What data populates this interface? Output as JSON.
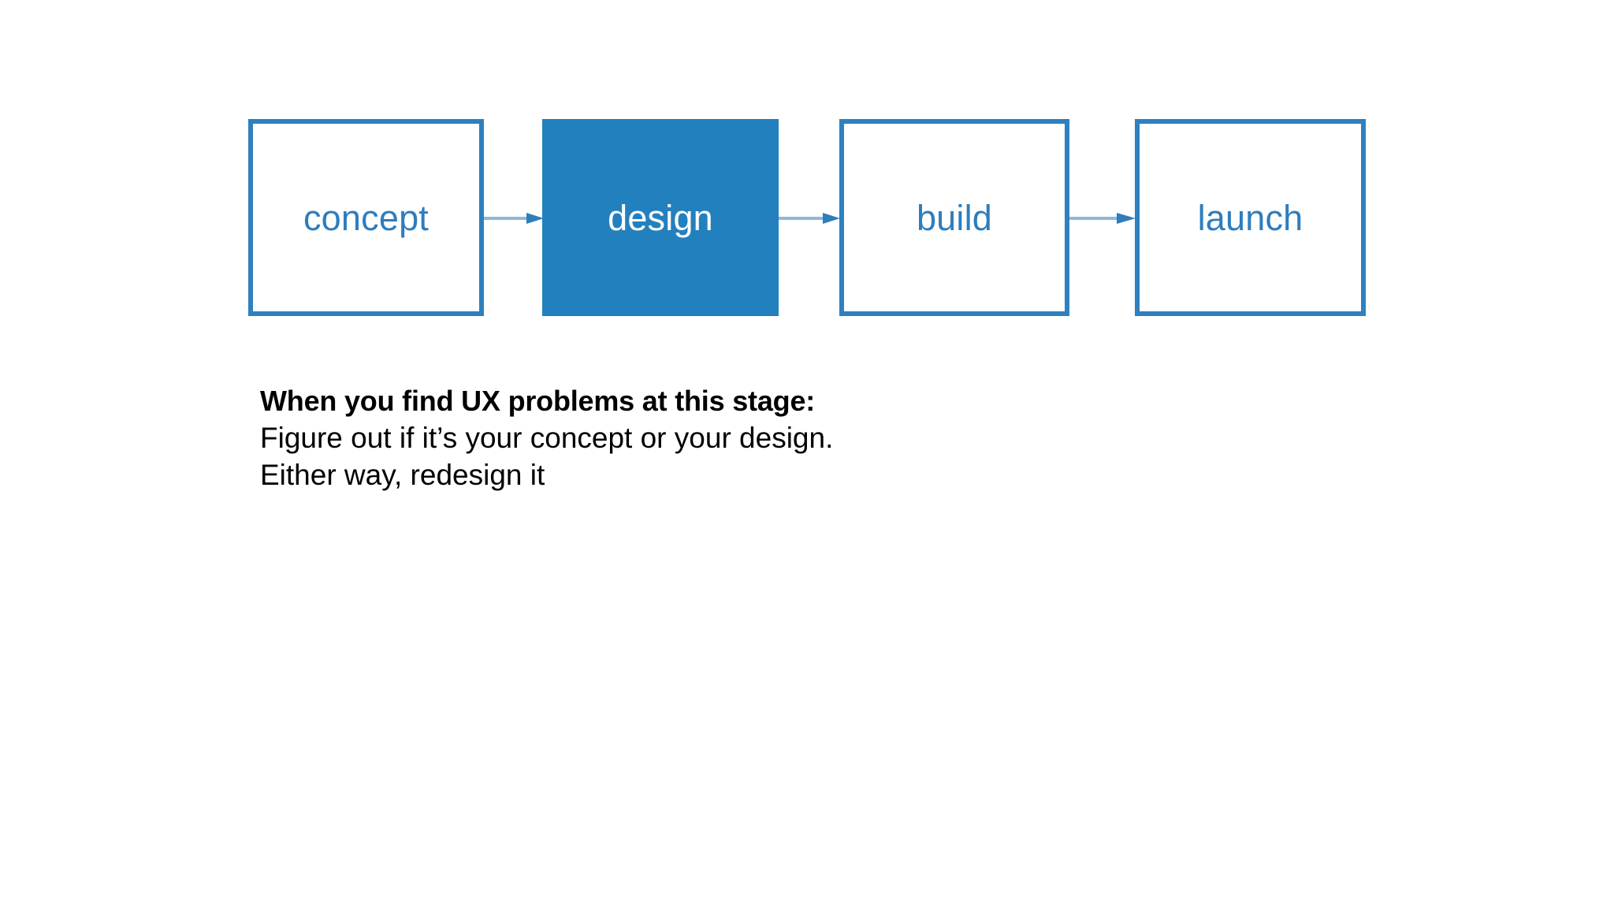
{
  "slide": {
    "background_color": "#ffffff",
    "flow": {
      "accent_color": "#2e80bf",
      "active_fill_color": "#2380be",
      "label_color": "#2e7dbd",
      "active_label_color": "#ffffff",
      "arrow_line_color": "#8fb8da",
      "arrow_head_color": "#2e7dbd",
      "stages": [
        {
          "label": "concept",
          "active": false
        },
        {
          "label": "design",
          "active": true
        },
        {
          "label": "build",
          "active": false
        },
        {
          "label": "launch",
          "active": false
        }
      ],
      "connectors": [
        {
          "name": "concept-to-design"
        },
        {
          "name": "design-to-build"
        },
        {
          "name": "build-to-launch"
        }
      ]
    },
    "caption": {
      "heading": "When you find UX problems at this stage:",
      "lines": [
        "Figure out if it’s your concept or your design.",
        "Either way, redesign it"
      ]
    }
  }
}
